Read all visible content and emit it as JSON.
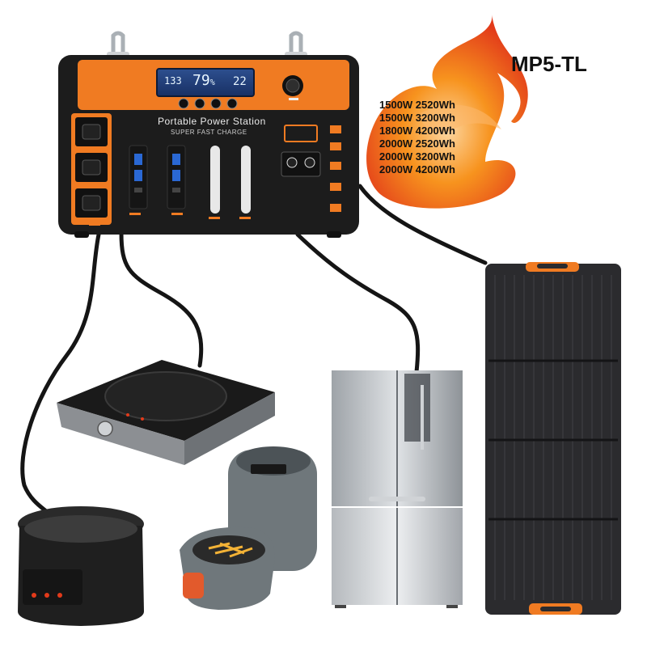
{
  "product": {
    "model": "MP5-TL",
    "specs": [
      "1500W 2520Wh",
      "1500W 3200Wh",
      "1800W 4200Wh",
      "2000W 2520Wh",
      "2000W 3200Wh",
      "2000W 4200Wh"
    ]
  },
  "station": {
    "title": "Portable Power Station",
    "subtitle": "SUPER FAST CHARGE",
    "display": {
      "left_value": "133",
      "percent": "79",
      "right_value": "22"
    }
  },
  "colors": {
    "station_orange": "#f07b22",
    "station_body": "#1c1c1c",
    "flame_red": "#e8361c",
    "flame_orange": "#f7931e",
    "panel_dark": "#2b2b2e"
  },
  "icons": [
    "power-station-icon",
    "solar-panel-icon",
    "refrigerator-icon",
    "induction-cooker-icon",
    "air-fryer-icon",
    "rice-cooker-icon",
    "flame-icon"
  ]
}
